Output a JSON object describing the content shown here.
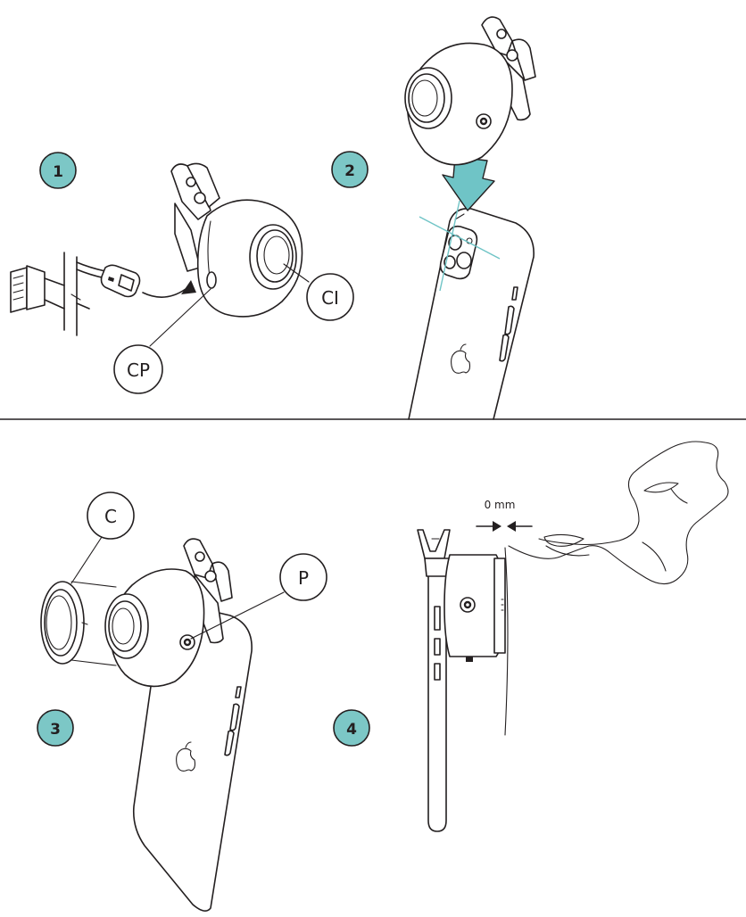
{
  "steps": [
    {
      "number": "1"
    },
    {
      "number": "2"
    },
    {
      "number": "3"
    },
    {
      "number": "4"
    }
  ],
  "callouts": {
    "ci": "CI",
    "cp": "CP",
    "c": "C",
    "p": "P"
  },
  "distance_label": "0 mm",
  "colors": {
    "step_badge_fill": "#7cc7c6",
    "accent_arrow": "#6fc4c6",
    "line": "#231f20",
    "background": "#ffffff"
  }
}
